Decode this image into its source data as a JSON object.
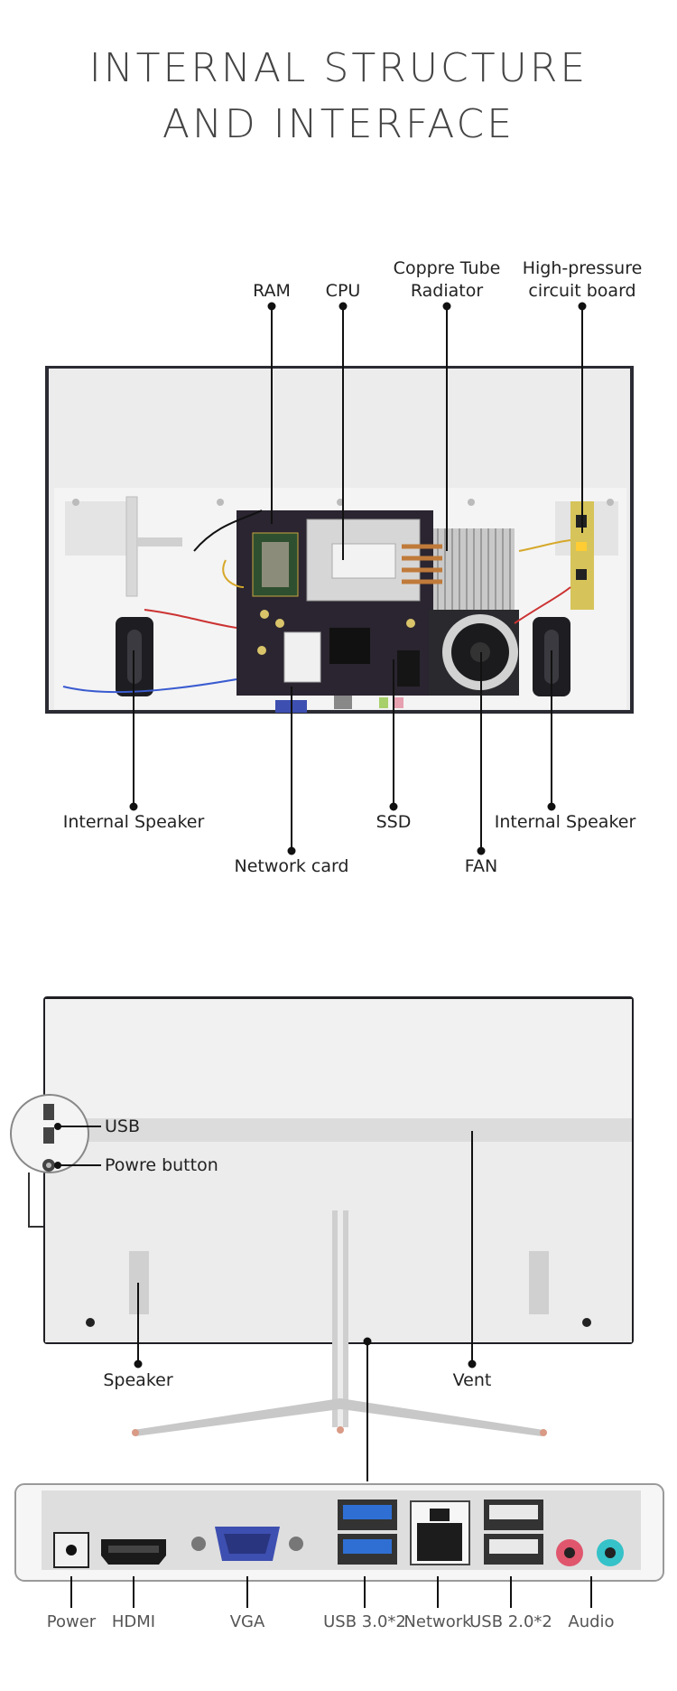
{
  "title": {
    "line1": "INTERNAL STRUCTURE",
    "line2": "AND INTERFACE"
  },
  "internal": {
    "ram": "RAM",
    "cpu": "CPU",
    "radiator_line1": "Coppre Tube",
    "radiator_line2": "Radiator",
    "board_line1": "High-pressure",
    "board_line2": "circuit board",
    "speaker_left": "Internal Speaker",
    "speaker_right": "Internal Speaker",
    "network_card": "Network card",
    "ssd": "SSD",
    "fan": "FAN"
  },
  "rear": {
    "usb": "USB",
    "power_button": "Powre button",
    "speaker": "Speaker",
    "vent": "Vent"
  },
  "ports": {
    "power": "Power",
    "hdmi": "HDMI",
    "vga": "VGA",
    "usb3": "USB 3.0*2",
    "network": "Network",
    "usb2": "USB 2.0*2",
    "audio": "Audio"
  },
  "colors": {
    "usb3_blue": "#2f6fd3",
    "audio_pink": "#e0566d",
    "audio_teal": "#35c2c8",
    "pcb": "#2a2530",
    "stand_tip": "#d99a86"
  }
}
